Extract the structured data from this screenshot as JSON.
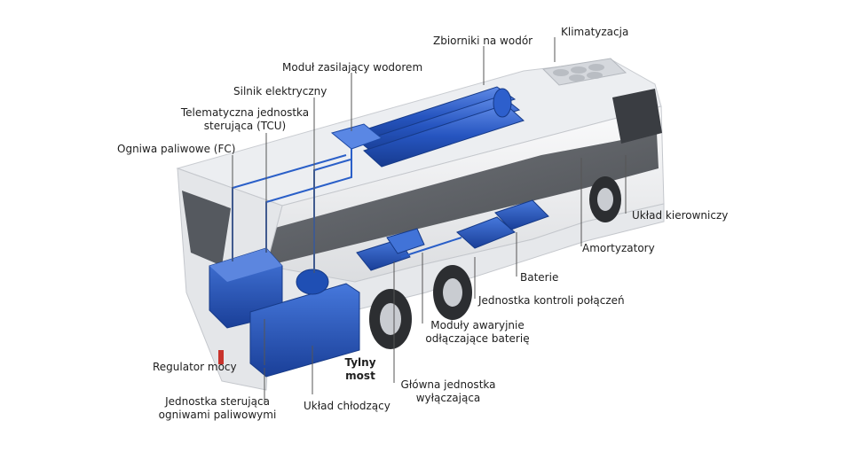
{
  "labels": {
    "klimatyzacja": "Klimatyzacja",
    "zbiorniki": "Zbiorniki na wodór",
    "modul_zasilajacy": "Moduł zasilający wodorem",
    "silnik": "Silnik elektryczny",
    "tcu": "Telematyczna jednostka\nsterująca (TCU)",
    "ogniwa": "Ogniwa paliwowe (FC)",
    "uklad_kierowniczy": "Układ kierowniczy",
    "amortyzatory": "Amortyzatory",
    "baterie": "Baterie",
    "kontrola_polaczen": "Jednostka kontroli połączeń",
    "moduly_awaryjne": "Moduły awaryjnie\nodłączające baterię",
    "regulator": "Regulator mocy",
    "tylny_most": "Tylny\nmost",
    "glowna_jednostka": "Główna jednostka\nwyłączająca",
    "jednostka_sterujaca_fc": "Jednostka sterująca\nogniwami paliwowymi",
    "uklad_chlodzacy": "Układ chłodzący"
  },
  "colors": {
    "component_blue": "#1f4fb4",
    "component_blue_light": "#3d6fd6",
    "pipe_blue": "#2a5fc8",
    "body_white": "#f4f5f7",
    "window_dark": "#4a4d52",
    "leader_line": "#555555"
  }
}
